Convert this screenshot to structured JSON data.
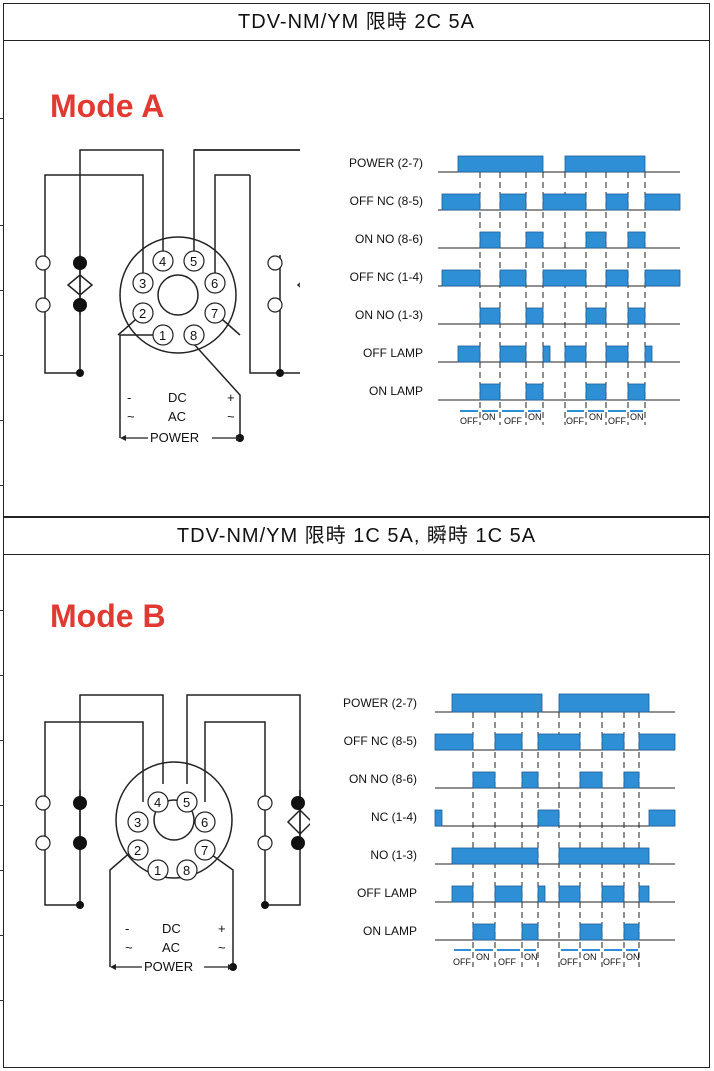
{
  "sections": [
    {
      "title": "TDV-NM/YM 限時 2C 5A",
      "mode": "Mode A",
      "power_label": "POWER",
      "supply": {
        "dc": "DC",
        "ac": "AC",
        "minus": "-",
        "plus": "+",
        "tilde_left": "~",
        "tilde_right": "~"
      },
      "pins": [
        "1",
        "2",
        "3",
        "4",
        "5",
        "6",
        "7",
        "8"
      ],
      "channels": [
        "POWER (2-7)",
        "OFF NC (8-5)",
        "ON NO (8-6)",
        "OFF NC (1-4)",
        "ON NO (1-3)",
        "OFF LAMP",
        "ON LAMP"
      ],
      "bottom_labels": [
        "OFF",
        "ON",
        "OFF",
        "ON",
        "OFF",
        "ON",
        "OFF",
        "ON"
      ]
    },
    {
      "title": "TDV-NM/YM 限時 1C 5A, 瞬時 1C 5A",
      "mode": "Mode B",
      "power_label": "POWER",
      "supply": {
        "dc": "DC",
        "ac": "AC",
        "minus": "-",
        "plus": "+",
        "tilde_left": "~",
        "tilde_right": "~"
      },
      "pins": [
        "1",
        "2",
        "3",
        "4",
        "5",
        "6",
        "7",
        "8"
      ],
      "channels": [
        "POWER (2-7)",
        "OFF NC (8-5)",
        "ON NO (8-6)",
        "NC (1-4)",
        "NO (1-3)",
        "OFF LAMP",
        "ON LAMP"
      ],
      "bottom_labels": [
        "OFF",
        "ON",
        "OFF",
        "ON",
        "OFF",
        "ON",
        "OFF",
        "ON"
      ]
    }
  ],
  "colors": {
    "signal": "#2e8fd6",
    "mode_text": "#e03a33",
    "line": "#222222"
  }
}
